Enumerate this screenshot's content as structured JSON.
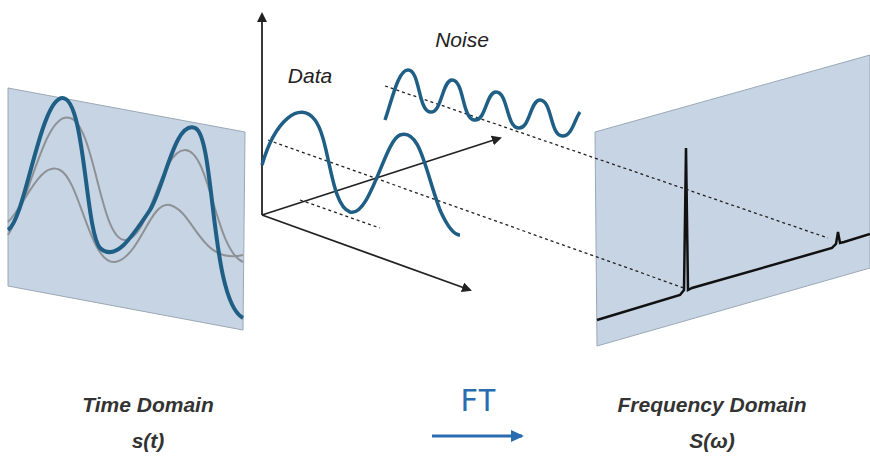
{
  "diagram": {
    "labels": [
      "Data",
      "Noise",
      "Time Domain",
      "s(t)",
      "FT",
      "Frequency Domain",
      "S(ω)"
    ]
  }
}
